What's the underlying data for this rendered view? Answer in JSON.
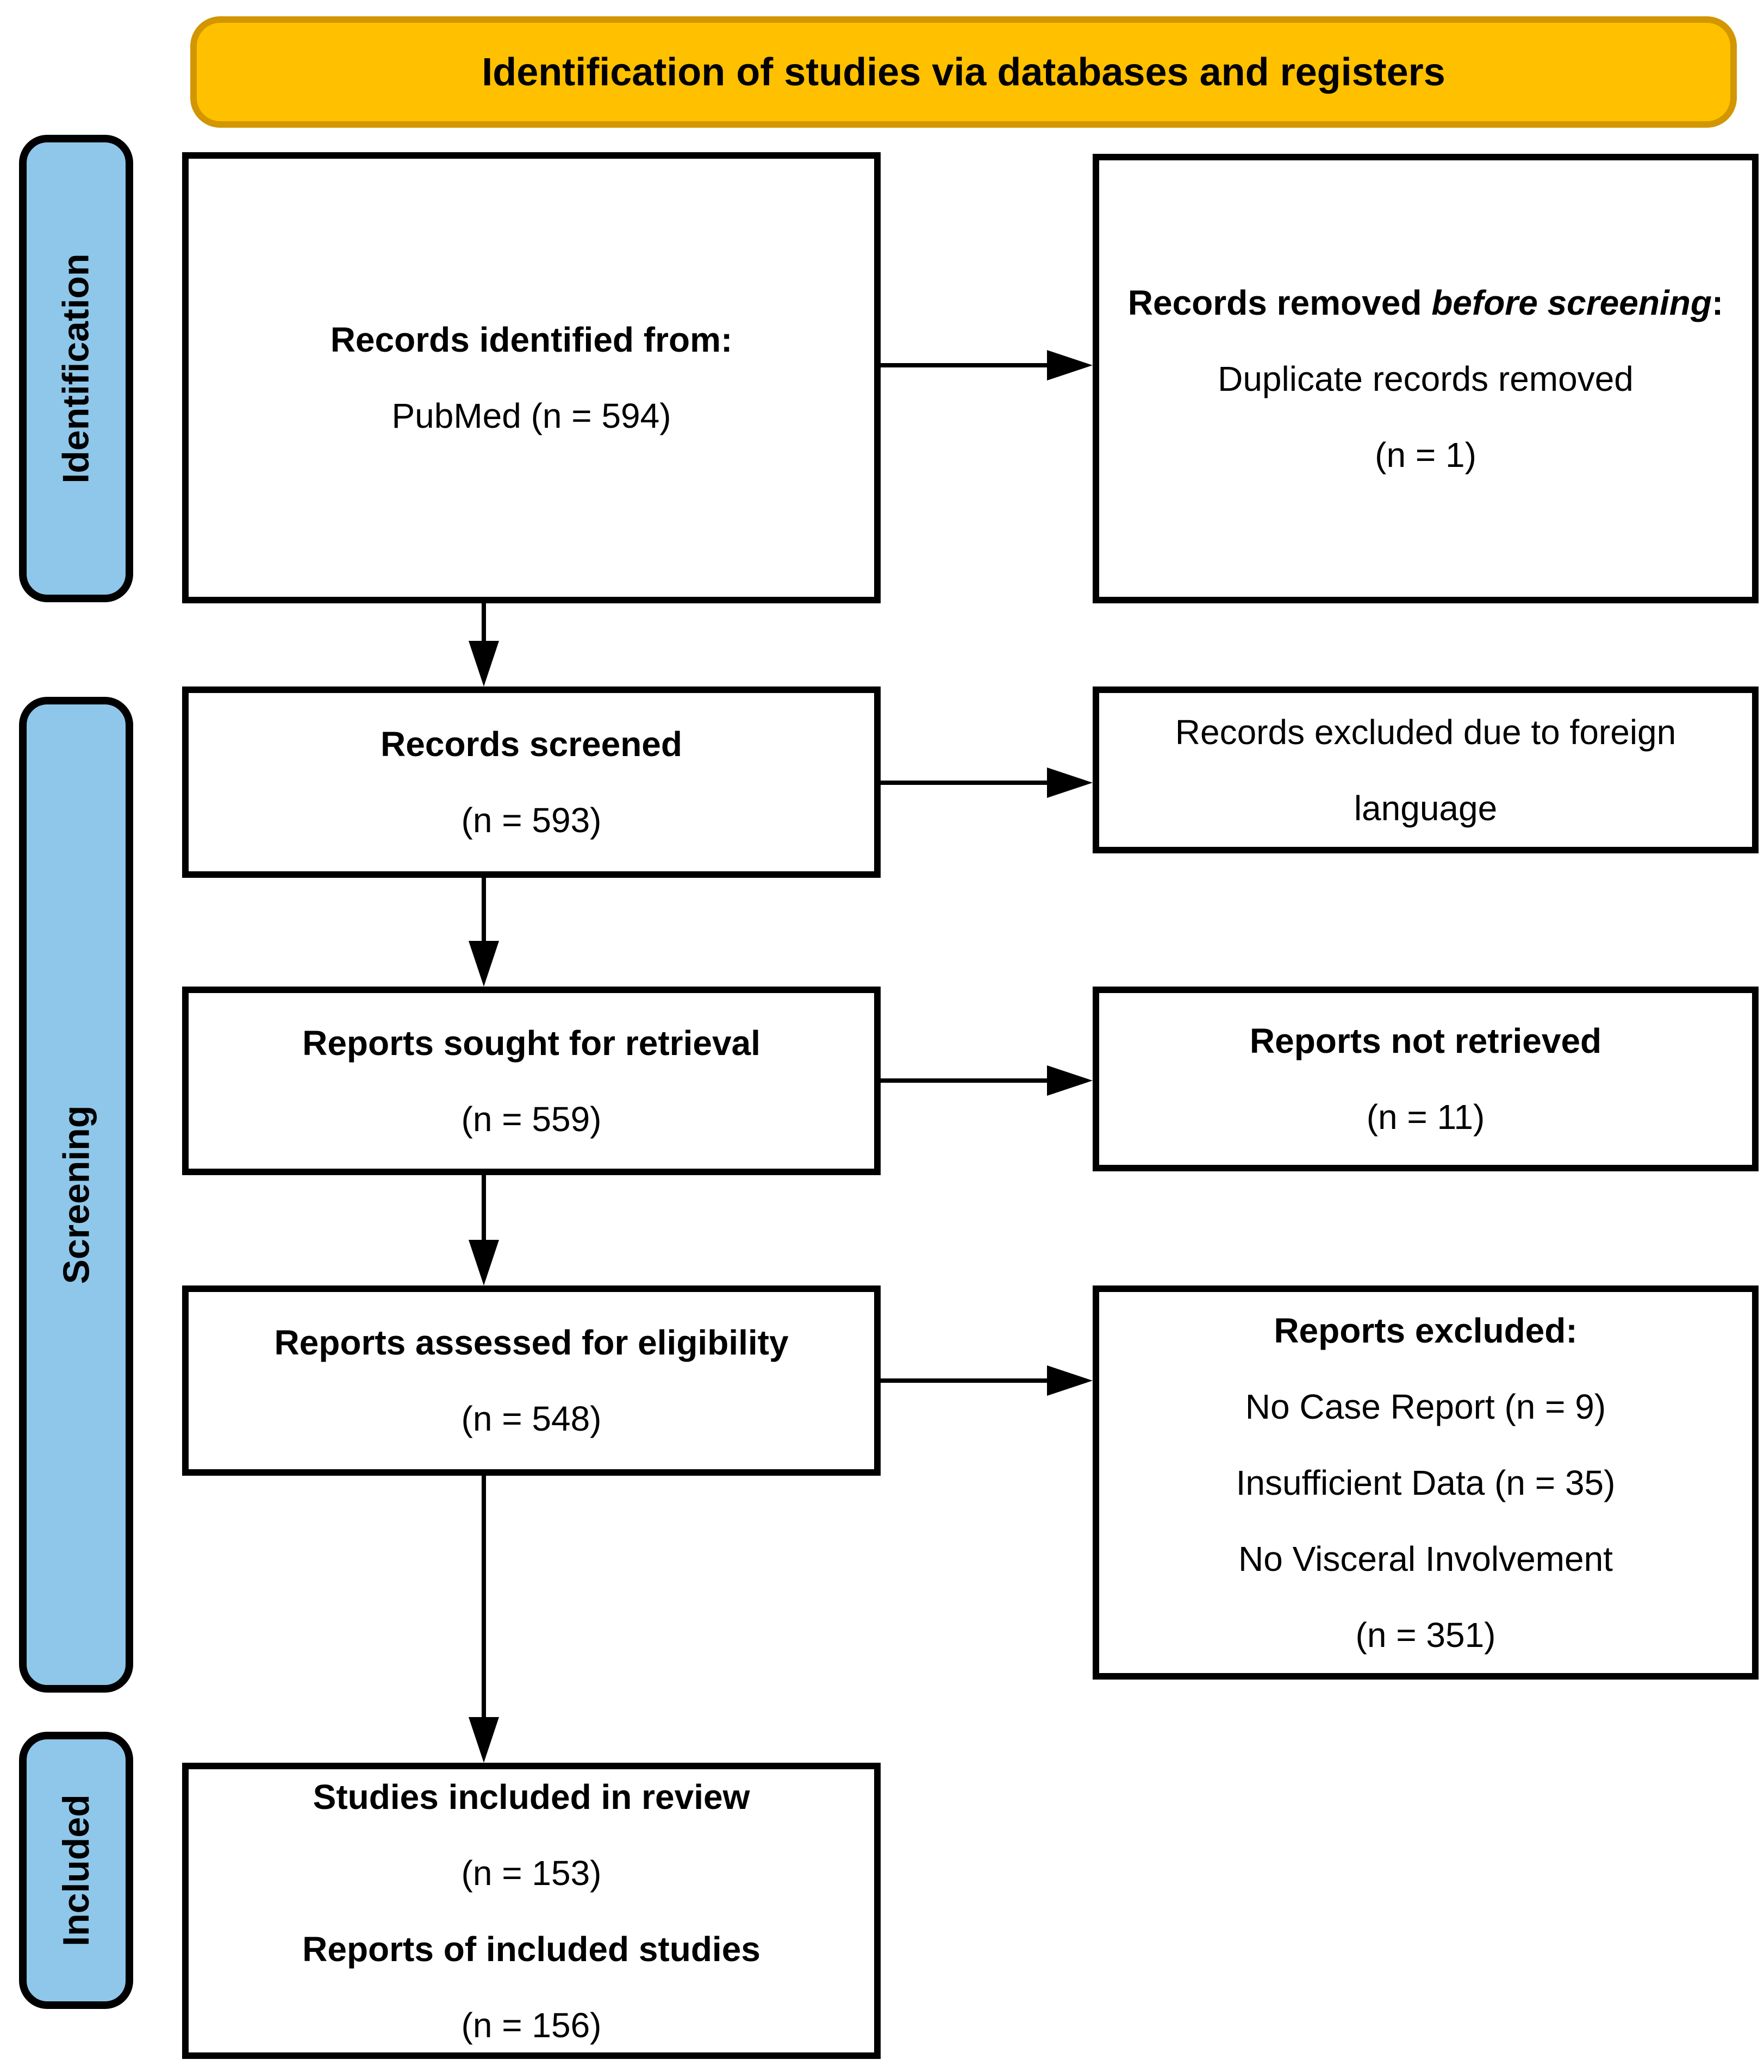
{
  "figure": {
    "title": "Identification of studies via databases and registers"
  },
  "colors": {
    "header_fill": "#FFC000",
    "header_border": "#D29600",
    "stage_fill": "#8EC7E9",
    "box_border": "#000000"
  },
  "stages": {
    "identification": "Identification",
    "screening": "Screening",
    "included": "Included"
  },
  "boxes": {
    "records_identified": {
      "title": "Records identified from:",
      "detail": "PubMed (n = 594)"
    },
    "records_removed": {
      "title_prefix": "Records removed ",
      "title_italic": "before screening",
      "title_suffix": ":",
      "detail": "Duplicate records removed",
      "count": "(n = 1)"
    },
    "records_screened": {
      "title": "Records screened",
      "count": "(n = 593)"
    },
    "records_excluded_language": {
      "text": "Records excluded due to foreign language"
    },
    "reports_sought": {
      "title": "Reports sought for retrieval",
      "count": "(n = 559)"
    },
    "reports_not_retrieved": {
      "title": "Reports not retrieved",
      "count": "(n = 11)"
    },
    "reports_assessed": {
      "title": "Reports assessed for eligibility",
      "count": "(n = 548)"
    },
    "reports_excluded": {
      "title": "Reports excluded:",
      "reason1": "No Case Report (n = 9)",
      "reason2": "Insufficient Data (n = 35)",
      "reason3": "No Visceral Involvement",
      "reason3_count": "(n = 351)"
    },
    "studies_included": {
      "title1": "Studies included in review",
      "count1": "(n = 153)",
      "title2": "Reports of included studies",
      "count2": "(n = 156)"
    }
  }
}
